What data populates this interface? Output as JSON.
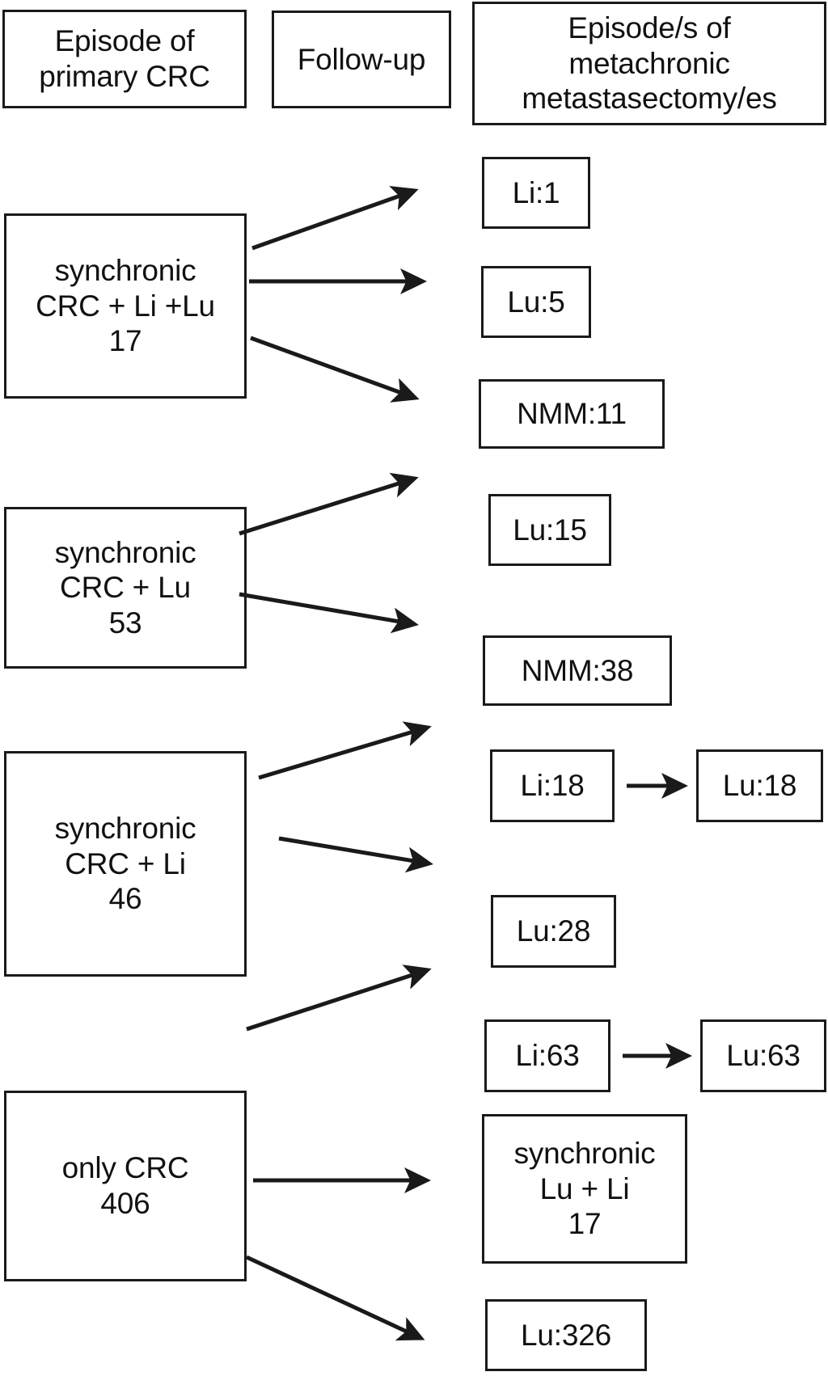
{
  "figure": {
    "type": "flowchart",
    "orientation": "left-to-right",
    "columns": [
      {
        "id": "col-primary",
        "header": [
          "Episode of",
          "primary CRC"
        ]
      },
      {
        "id": "col-followup",
        "header": [
          "Follow-up"
        ]
      },
      {
        "id": "col-metastasectomy",
        "header": [
          "Episode/s of",
          "metachronic",
          "metastasectomy/es"
        ]
      }
    ],
    "groups": [
      {
        "id": "group-crc-li-lu",
        "source": {
          "lines": [
            "synchronic",
            "CRC + Li +Lu",
            "17"
          ],
          "label": "synchronic CRC + Li +Lu",
          "count": 17
        },
        "targets": [
          {
            "id": "li-1",
            "label": "Li:1",
            "site": "Li",
            "count": 1,
            "next": null
          },
          {
            "id": "lu-5",
            "label": "Lu:5",
            "site": "Lu",
            "count": 5,
            "next": null
          },
          {
            "id": "nmm-11",
            "label": "NMM:11",
            "site": "NMM",
            "count": 11,
            "next": null
          }
        ]
      },
      {
        "id": "group-crc-lu",
        "source": {
          "lines": [
            "synchronic",
            "CRC + Lu",
            "53"
          ],
          "label": "synchronic CRC + Lu",
          "count": 53
        },
        "targets": [
          {
            "id": "lu-15",
            "label": "Lu:15",
            "site": "Lu",
            "count": 15,
            "next": null
          },
          {
            "id": "nmm-38",
            "label": "NMM:38",
            "site": "NMM",
            "count": 38,
            "next": null
          }
        ]
      },
      {
        "id": "group-crc-li",
        "source": {
          "lines": [
            "synchronic",
            "CRC + Li",
            "46"
          ],
          "label": "synchronic CRC + Li",
          "count": 46
        },
        "targets": [
          {
            "id": "li-18",
            "label": "Li:18",
            "site": "Li",
            "count": 18,
            "next": {
              "id": "lu-18",
              "label": "Lu:18",
              "site": "Lu",
              "count": 18
            }
          },
          {
            "id": "lu-28",
            "label": "Lu:28",
            "site": "Lu",
            "count": 28,
            "next": null
          }
        ]
      },
      {
        "id": "group-only-crc",
        "source": {
          "lines": [
            "only CRC",
            "406"
          ],
          "label": "only CRC",
          "count": 406
        },
        "targets": [
          {
            "id": "li-63",
            "label": "Li:63",
            "site": "Li",
            "count": 63,
            "next": {
              "id": "lu-63",
              "label": "Lu:63",
              "site": "Lu",
              "count": 63
            }
          },
          {
            "id": "synchronic-lu-li-17",
            "lines": [
              "synchronic",
              "Lu + Li",
              "17"
            ],
            "label": "synchronic Lu + Li",
            "count": 17,
            "next": null
          },
          {
            "id": "lu-326",
            "label": "Lu:326",
            "site": "Lu",
            "count": 326,
            "next": null
          }
        ]
      }
    ],
    "colors": {
      "stroke": "#1a1a1a",
      "text": "#111111",
      "background": "#ffffff"
    }
  }
}
